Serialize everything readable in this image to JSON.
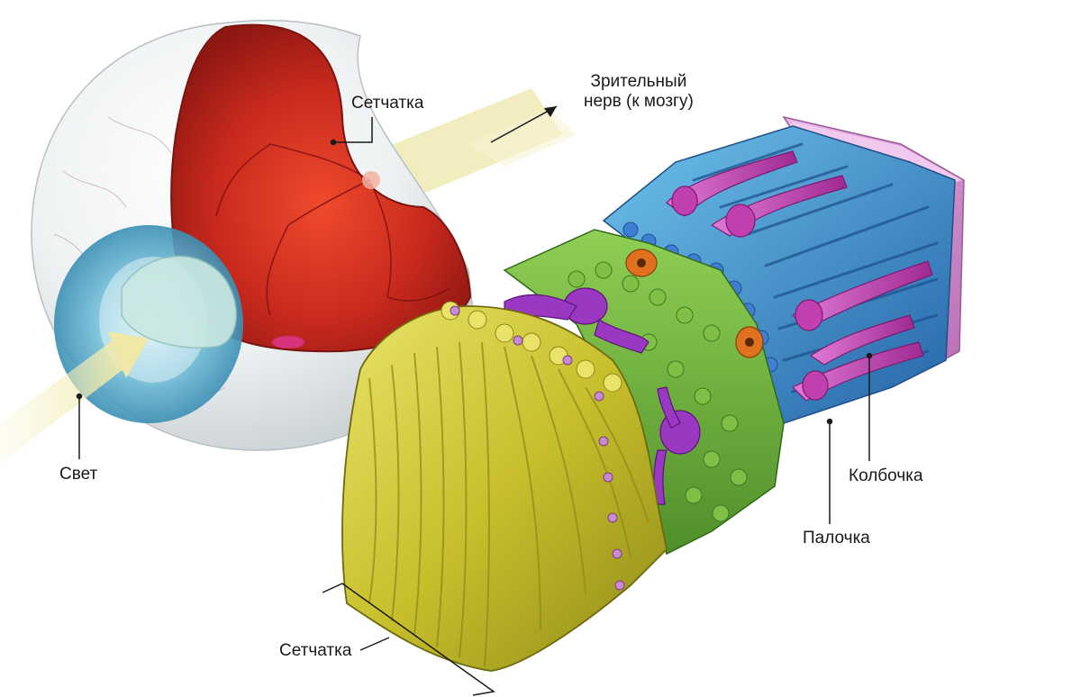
{
  "labels": {
    "retina_top": "Сетчатка",
    "optic_nerve_line1": "Зрительный",
    "optic_nerve_line2": "нерв (к мозгу)",
    "light": "Свет",
    "cone": "Колбочка",
    "rod": "Палочка",
    "retina_bottom": "Сетчатка"
  },
  "colors": {
    "retina_red": "#c0281e",
    "sclera": "#e8ecee",
    "light_beam": "#f3efb8",
    "ganglion_yellow": "#c9c22c",
    "bipolar_green": "#6cab3c",
    "cone_magenta": "#c23fb0",
    "rod_blue": "#3a8fd0",
    "epithelium_pink": "#d99ad6"
  }
}
